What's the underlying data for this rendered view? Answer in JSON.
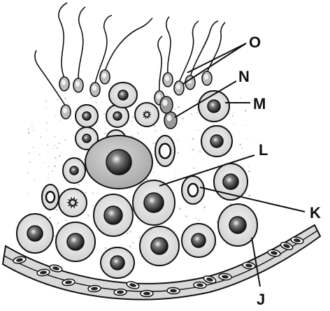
{
  "labels": {
    "O": "O",
    "N": "N",
    "M": "M",
    "L": "L",
    "K": "K",
    "J": "J"
  },
  "colors": {
    "ink": "#111111",
    "cell_fill": "#e6e6e6",
    "nucleus": "#2a2a2a",
    "nucleus_highlight": "#f2f2f2",
    "speckle": "#c8c8c8"
  }
}
